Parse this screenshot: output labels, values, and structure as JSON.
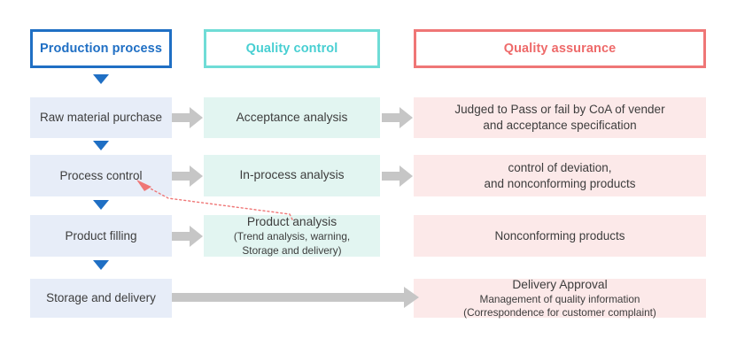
{
  "diagram": {
    "title": "Production process / Quality control / Quality assurance flow",
    "colors": {
      "production_accent": "#1f6fc4",
      "production_fill": "#e7edf8",
      "quality_control_accent": "#48cfd2",
      "quality_control_border": "#6fdcd6",
      "quality_control_fill": "#e2f5f1",
      "quality_assurance_accent": "#ee6a6a",
      "quality_assurance_border": "#ef7676",
      "quality_assurance_fill": "#fce9e9",
      "connector_gray": "#c6c6c6",
      "feedback_red": "#ef7676",
      "text": "#3d3d3d"
    },
    "columns": [
      {
        "key": "production",
        "header": "Production process"
      },
      {
        "key": "quality_control",
        "header": "Quality control"
      },
      {
        "key": "quality_assurance",
        "header": "Quality assurance"
      }
    ],
    "rows": [
      {
        "production": "Raw material purchase",
        "quality_control": {
          "title": "Acceptance analysis",
          "sub": ""
        },
        "quality_assurance": {
          "title": "",
          "lines": [
            "Judged to Pass or fail by CoA of vender",
            "and acceptance specification"
          ]
        }
      },
      {
        "production": "Process control",
        "quality_control": {
          "title": "In-process analysis",
          "sub": ""
        },
        "quality_assurance": {
          "title": "",
          "lines": [
            "control of deviation,",
            "and nonconforming products"
          ]
        }
      },
      {
        "production": "Product filling",
        "quality_control": {
          "title": "Product analysis",
          "sub": "(Trend analysis, warning,\nStorage and delivery)"
        },
        "quality_assurance": {
          "title": "",
          "lines": [
            "Nonconforming products"
          ]
        }
      },
      {
        "production": "Storage and delivery",
        "quality_control": {
          "title": "",
          "sub": ""
        },
        "quality_assurance": {
          "title": "Delivery Approval",
          "lines": [
            "Management of quality information",
            "(Correspondence for customer complaint)"
          ]
        }
      }
    ],
    "connectors": {
      "flow_down_icon": "triangle-down-icon",
      "flow_right_icon": "block-arrow-right-icon",
      "feedback_icon": "dotted-arrow-feedback-icon",
      "feedback_from": "Product analysis",
      "feedback_to": "Process control"
    }
  }
}
